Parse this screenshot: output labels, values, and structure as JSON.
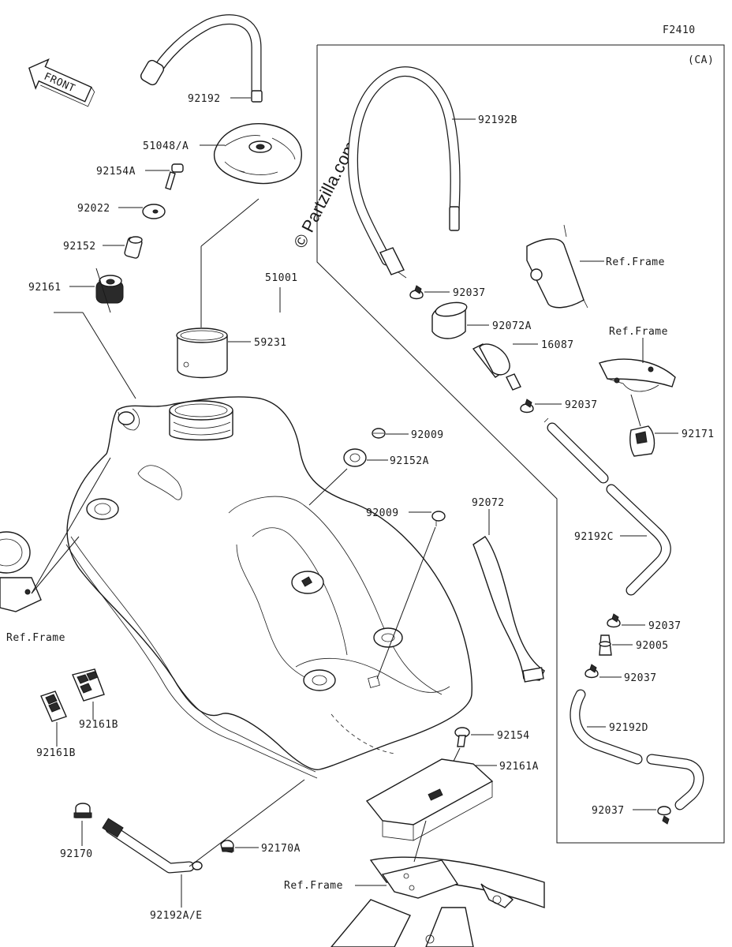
{
  "figure_id": "F2410",
  "region_code": "(CA)",
  "front_marker": "FRONT",
  "watermark": "© Partzilla.com",
  "labels": {
    "p92192": "92192",
    "p51048A": "51048/A",
    "p92154A": "92154A",
    "p92022": "92022",
    "p92152": "92152",
    "p92161": "92161",
    "p51001": "51001",
    "p59231": "59231",
    "p92009a": "92009",
    "p92152A": "92152A",
    "p92009b": "92009",
    "p92192B": "92192B",
    "p92037a": "92037",
    "p92072A": "92072A",
    "p16087": "16087",
    "p92037b": "92037",
    "p92171": "92171",
    "p92072": "92072",
    "p92192C": "92192C",
    "p92037c": "92037",
    "p92005": "92005",
    "p92037d": "92037",
    "p92192D": "92192D",
    "p92037e": "92037",
    "p92154": "92154",
    "p92161A": "92161A",
    "p92161B_a": "92161B",
    "p92161B_b": "92161B",
    "p92170": "92170",
    "p92170A": "92170A",
    "p92192AE": "92192A/E",
    "ref_frame_1": "Ref.Frame",
    "ref_frame_2": "Ref.Frame",
    "ref_frame_3": "Ref.Frame",
    "ref_frame_4": "Ref.Frame"
  },
  "colors": {
    "ink": "#1a1a1a",
    "paper": "#ffffff"
  }
}
